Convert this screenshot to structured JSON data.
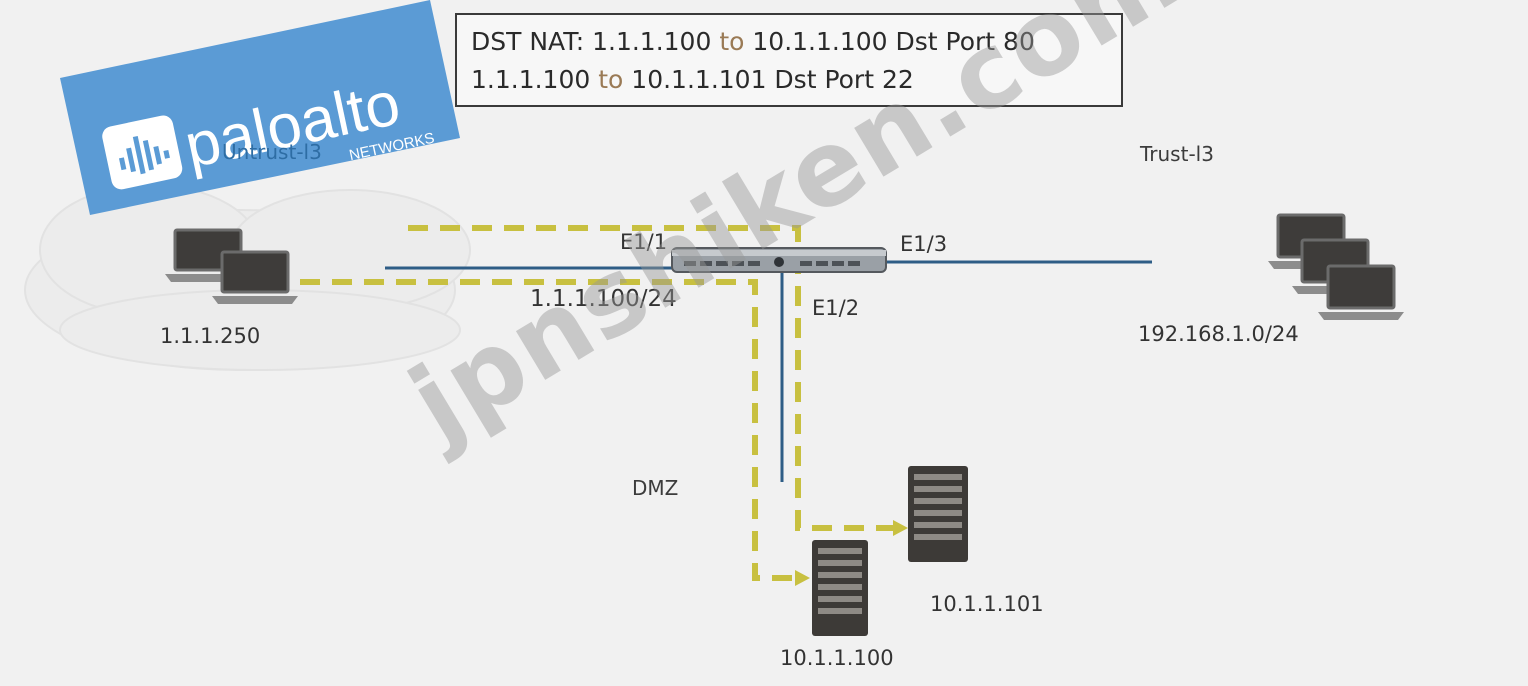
{
  "nat_box": {
    "line1_prefix": "DST NAT:  1.1.1.100",
    "line1_to": "to",
    "line1_suffix": "10.1.1.100  Dst Port 80",
    "line2_prefix": "1.1.1.100",
    "line2_to": "to",
    "line2_suffix": "10.1.1.101   Dst Port  22"
  },
  "logo": {
    "brand": "paloalto",
    "subtitle": "NETWORKS",
    "color": "#5b9bd5"
  },
  "zones": {
    "untrust": "Untrust-l3",
    "trust": "Trust-l3",
    "dmz": "DMZ"
  },
  "interfaces": {
    "e1_1": "E1/1",
    "e1_2": "E1/2",
    "e1_3": "E1/3",
    "e1_1_ip": "1.1.1.100/24"
  },
  "hosts": {
    "client_ip": "1.1.1.250",
    "trust_net": "192.168.1.0/24",
    "server1_ip": "10.1.1.100",
    "server2_ip": "10.1.1.101"
  },
  "watermark": "jpnshiken.com",
  "colors": {
    "link": "#2e5d86",
    "path": "#c8c040",
    "logo_bg": "#5b9bd5"
  }
}
